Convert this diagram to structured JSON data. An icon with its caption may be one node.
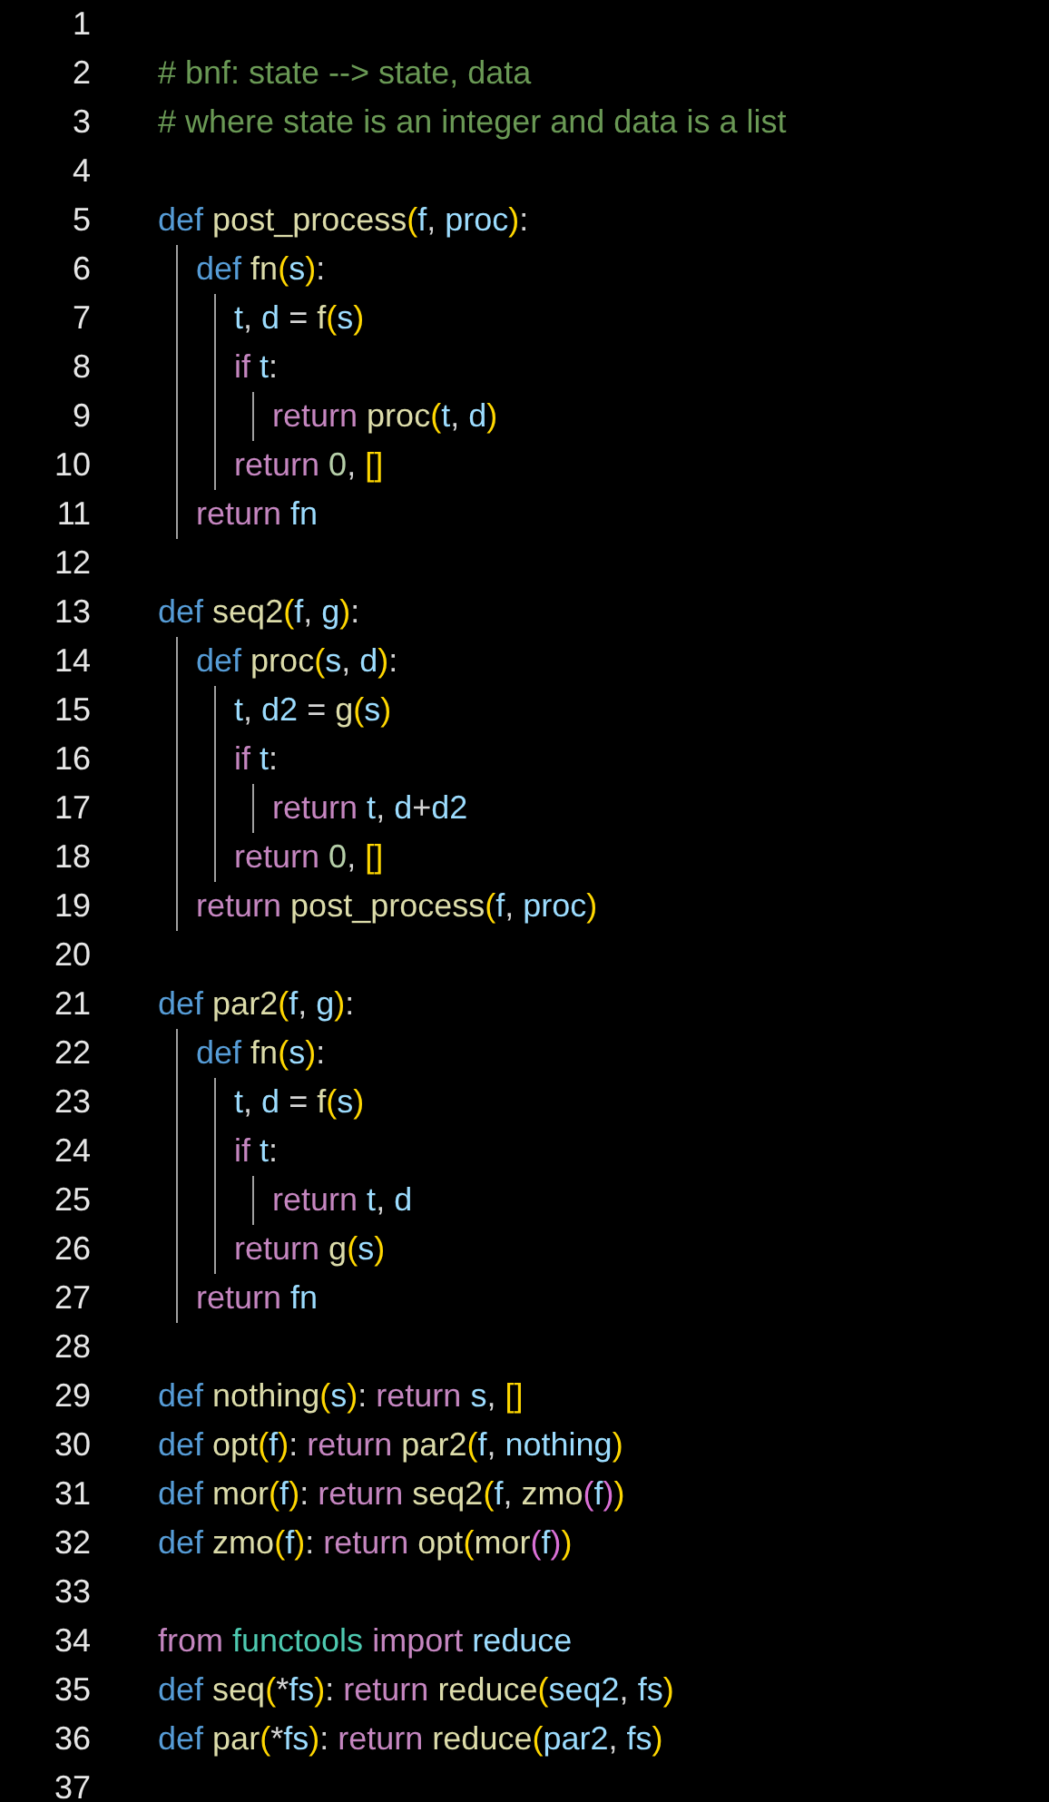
{
  "diagram": {
    "labels": [
      "1",
      "2",
      "# bnf: state --> state, data",
      "3",
      "# where state is an integer and data is a list",
      "4",
      "5",
      "def post_process(f, proc):",
      "6",
      "    def fn(s):",
      "7",
      "        t, d = f(s)",
      "8",
      "        if t:",
      "9",
      "            return proc(t, d)",
      "10",
      "        return 0, []",
      "11",
      "    return fn",
      "12",
      "13",
      "def seq2(f, g):",
      "14",
      "    def proc(s, d):",
      "15",
      "        t, d2 = g(s)",
      "16",
      "        if t:",
      "17",
      "            return t, d+d2",
      "18",
      "        return 0, []",
      "19",
      "    return post_process(f, proc)",
      "20",
      "21",
      "def par2(f, g):",
      "22",
      "    def fn(s):",
      "23",
      "        t, d = f(s)",
      "24",
      "        if t:",
      "25",
      "            return t, d",
      "26",
      "        return g(s)",
      "27",
      "    return fn",
      "28",
      "29",
      "def nothing(s): return s, []",
      "30",
      "def opt(f): return par2(f, nothing)",
      "31",
      "def mor(f): return seq2(f, zmo(f))",
      "32",
      "def zmo(f): return opt(mor(f))",
      "33",
      "34",
      "from functools import reduce",
      "35",
      "def seq(*fs): return reduce(seq2, fs)",
      "36",
      "def par(*fs): return reduce(par2, fs)",
      "37"
    ]
  }
}
